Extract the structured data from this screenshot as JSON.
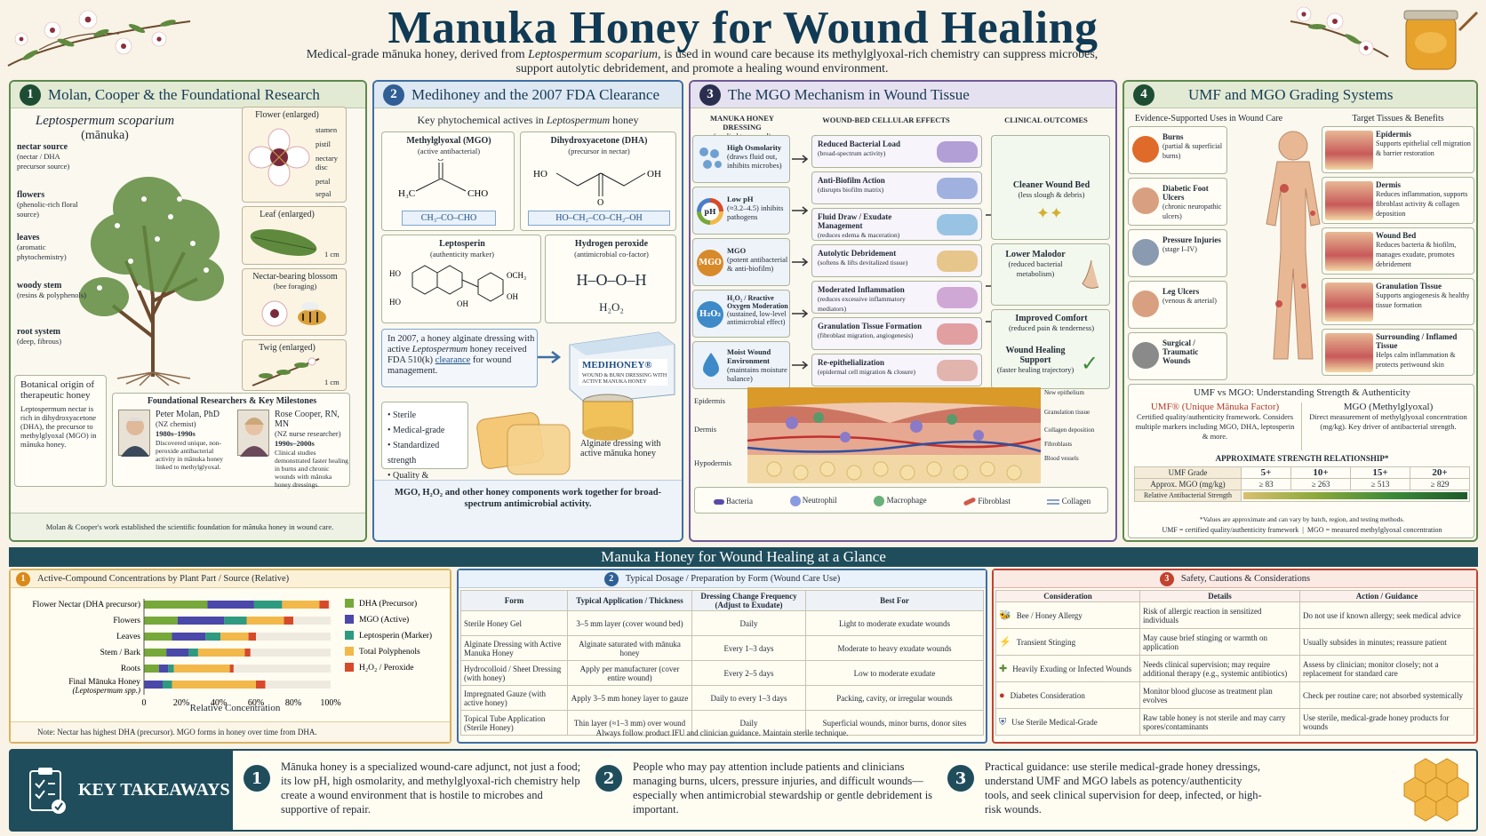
{
  "header": {
    "title": "Manuka Honey for Wound Healing",
    "subtitle_a": "Medical-grade mānuka honey, derived from ",
    "subtitle_species": "Leptospermum scoparium",
    "subtitle_b": ", is used in wound care because its methylglyoxal-rich chemistry can suppress microbes,",
    "subtitle_c": "support autolytic debridement, and promote a healing wound environment."
  },
  "p1": {
    "num": "1",
    "title": "Molan, Cooper & the Foundational Research",
    "species": "Leptospermum scoparium",
    "common": "(mānuka)",
    "labels": [
      {
        "t": "nectar source",
        "s": "(nectar / DHA precursor source)"
      },
      {
        "t": "flowers",
        "s": "(phenolic-rich floral source)"
      },
      {
        "t": "leaves",
        "s": "(aromatic phytochemistry)"
      },
      {
        "t": "woody stem",
        "s": "(resins & polyphenols)"
      },
      {
        "t": "root system",
        "s": "(deep, fibrous)"
      }
    ],
    "flower": "Flower (enlarged)",
    "flower_parts": [
      "stamen",
      "pistil",
      "nectary disc",
      "petal",
      "sepal"
    ],
    "leaf": "Leaf (enlarged)",
    "scale": "1 cm",
    "blossom": "Nectar-bearing blossom",
    "blossom_sub": "(bee foraging)",
    "twig": "Twig (enlarged)",
    "scale2": "1 cm",
    "origin_title": "Botanical origin of therapeutic honey",
    "origin_text": "Leptospermum nectar is rich in dihydroxyacetone (DHA), the precursor to methylglyoxal (MGO) in mānuka honey.",
    "res_title": "Foundational Researchers & Key Milestones",
    "researchers": [
      {
        "name": "Peter Molan, PhD",
        "role": "(NZ chemist)",
        "years": "1980s–1990s",
        "text": "Discovered unique, non-peroxide antibacterial activity in mānuka honey linked to methylglyoxal."
      },
      {
        "name": "Rose Cooper, RN, MN",
        "role": "(NZ nurse researcher)",
        "years": "1990s–2000s",
        "text": "Clinical studies demonstrated faster healing in burns and chronic wounds with mānuka honey dressings."
      }
    ],
    "footer": "Molan & Cooper's work established the scientific foundation for mānuka honey in wound care."
  },
  "p2": {
    "num": "2",
    "title": "Medihoney and the 2007 FDA Clearance",
    "sub": "Key phytochemical actives in ",
    "sub_sp": "Leptospermum",
    "sub_end": " honey",
    "mgo": "Methylglyoxal (MGO)",
    "mgo_s": "(active antibacterial)",
    "mgo_f": "CH₃–CO–CHO",
    "dha": "Dihydroxyacetone (DHA)",
    "dha_s": "(precursor in nectar)",
    "dha_f": "HO–CH₂–CO–CH₂–OH",
    "lep": "Leptosperin",
    "lep_s": "(authenticity marker)",
    "hp": "Hydrogen peroxide",
    "hp_s": "(antimicrobial co-factor)",
    "hp_struct": "H–O–O–H",
    "hp_f": "H₂O₂",
    "fda_a": "In 2007, a honey alginate dressing with active ",
    "fda_sp": "Leptospermum",
    "fda_b": " honey received FDA 510(k) ",
    "fda_link": "clearance",
    "fda_c": " for wound management.",
    "product": "MEDIHONEY®",
    "product_sub": "WOUND & BURN DRESSING WITH ACTIVE MANUKA HONEY",
    "bullets": [
      "Sterile",
      "Medical-grade",
      "Standardized strength",
      "Quality & traceability"
    ],
    "alginate": "Alginate dressing with active mānuka honey",
    "footer": "MGO, H₂O₂ and other honey components work together for broad-spectrum antimicrobial activity."
  },
  "p3": {
    "num": "3",
    "title": "The MGO Mechanism in Wound Tissue",
    "col1": "MANUKA HONEY DRESSING",
    "col1s": "(applied to wound)",
    "col2": "WOUND-BED CELLULAR EFFECTS",
    "col3": "CLINICAL OUTCOMES",
    "props": [
      {
        "t": "High Osmolarity",
        "s": "(draws fluid out, inhibits microbes)"
      },
      {
        "t": "Low pH",
        "s": "(≈3.2–4.5) inhibits pathogens"
      },
      {
        "t": "MGO",
        "s": "(potent antibacterial & anti-biofilm)"
      },
      {
        "t": "H₂O₂ / Reactive Oxygen Moderation",
        "s": "(sustained, low-level antimicrobial effect)"
      },
      {
        "t": "Moist Wound Environment",
        "s": "(maintains moisture balance)"
      }
    ],
    "effects": [
      {
        "t": "Reduced Bacterial Load",
        "s": "(broad-spectrum activity)"
      },
      {
        "t": "Anti-Biofilm Action",
        "s": "(disrupts biofilm matrix)"
      },
      {
        "t": "Fluid Draw / Exudate Management",
        "s": "(reduces edema & maceration)"
      },
      {
        "t": "Autolytic Debridement",
        "s": "(softens & lifts devitalized tissue)"
      },
      {
        "t": "Moderated Inflammation",
        "s": "(reduces excessive inflammatory mediators)"
      },
      {
        "t": "Granulation Tissue Formation",
        "s": "(fibroblast migration, angiogenesis)"
      },
      {
        "t": "Re-epithelialization",
        "s": "(epidermal cell migration & closure)"
      }
    ],
    "outcomes": [
      {
        "t": "Cleaner Wound Bed",
        "s": "(less slough & debris)"
      },
      {
        "t": "Lower Malodor",
        "s": "(reduced bacterial metabolism)"
      },
      {
        "t": "Improved Comfort",
        "s": "(reduced pain & tenderness)"
      },
      {
        "t": "Wound Healing Support",
        "s": "(faster healing trajectory)"
      }
    ],
    "ph_icon": "pH",
    "mgo_icon": "MGO",
    "h2o2_icon": "H₂O₂",
    "layers": [
      "Epidermis",
      "Dermis",
      "Hypodermis"
    ],
    "right_labels": [
      "New epithelium",
      "Granulation tissue",
      "Collagen deposition",
      "Fibroblasts",
      "Blood vessels"
    ],
    "legend": [
      "Bacteria",
      "Neutrophil",
      "Macrophage",
      "Fibroblast",
      "Collagen"
    ]
  },
  "p4": {
    "num": "4",
    "title": "UMF and MGO Grading Systems",
    "left_h": "Evidence-Supported Uses in Wound Care",
    "right_h": "Target Tissues & Benefits",
    "uses": [
      {
        "t": "Burns",
        "s": "(partial & superficial burns)"
      },
      {
        "t": "Diabetic Foot Ulcers",
        "s": "(chronic neuropathic ulcers)"
      },
      {
        "t": "Pressure Injuries",
        "s": "(stage I–IV)"
      },
      {
        "t": "Leg Ulcers",
        "s": "(venous & arterial)"
      },
      {
        "t": "Surgical / Traumatic Wounds",
        "s": ""
      }
    ],
    "tissues": [
      {
        "t": "Epidermis",
        "s": "Supports epithelial cell migration & barrier restoration"
      },
      {
        "t": "Dermis",
        "s": "Reduces inflammation, supports fibroblast activity & collagen deposition"
      },
      {
        "t": "Wound Bed",
        "s": "Reduces bacteria & biofilm, manages exudate, promotes debridement"
      },
      {
        "t": "Granulation Tissue",
        "s": "Supports angiogenesis & healthy tissue formation"
      },
      {
        "t": "Surrounding / Inflamed Tissue",
        "s": "Helps calm inflammation & protects periwound skin"
      }
    ],
    "umf_title": "UMF vs MGO: Understanding Strength & Authenticity",
    "umf_name": "UMF® (Unique Mānuka Factor)",
    "umf_text": "Certified quality/authenticity framework. Considers multiple markers including MGO, DHA, leptosperin & more.",
    "mgo_name": "MGO (Methylglyoxal)",
    "mgo_text": "Direct measurement of methylglyoxal concentration (mg/kg). Key driver of antibacterial strength.",
    "rel_title": "APPROXIMATE STRENGTH RELATIONSHIP*",
    "row1": "UMF Grade",
    "grades": [
      "5+",
      "10+",
      "15+",
      "20+"
    ],
    "row2": "Approx. MGO (mg/kg)",
    "mgo_vals": [
      "≥ 83",
      "≥ 263",
      "≥ 513",
      "≥ 829"
    ],
    "row3": "Relative Antibacterial Strength",
    "note": "*Values are approximate and can vary by batch, region, and testing methods.",
    "foot_a": "UMF = certified quality/authenticity framework",
    "foot_b": "MGO = measured methylglyoxal concentration"
  },
  "glance": "Manuka Honey for Wound Healing at a Glance",
  "b1": {
    "num": "1",
    "title": "Active-Compound Concentrations by Plant Part / Source (Relative)",
    "note": "Note: Nectar has highest DHA (precursor). MGO forms in honey over time from DHA.",
    "xlabel": "Relative Concentration"
  },
  "chart_data": {
    "type": "bar",
    "orientation": "horizontal",
    "stacked": true,
    "title": "Active-Compound Concentrations by Plant Part / Source (Relative)",
    "xlabel": "Relative Concentration",
    "xlim": [
      0,
      100
    ],
    "xticks": [
      "0",
      "20%",
      "40%",
      "60%",
      "80%",
      "100%"
    ],
    "categories": [
      "Flower Nectar (DHA precursor)",
      "Flowers",
      "Leaves",
      "Stem / Bark",
      "Roots",
      "Final Mānuka Honey"
    ],
    "cat_sub": [
      "",
      "",
      "",
      "",
      "",
      "(Leptospermum spp.)"
    ],
    "series": [
      {
        "name": "DHA (Precursor)",
        "color": "#76a83a",
        "values": [
          34,
          18,
          15,
          12,
          8,
          0
        ]
      },
      {
        "name": "MGO (Active)",
        "color": "#4a48a8",
        "values": [
          25,
          25,
          18,
          12,
          5,
          10
        ]
      },
      {
        "name": "Leptosperin (Marker)",
        "color": "#2e9a80",
        "values": [
          15,
          12,
          8,
          5,
          3,
          5
        ]
      },
      {
        "name": "Total Polyphenols",
        "color": "#f2b84a",
        "values": [
          20,
          20,
          15,
          25,
          30,
          45
        ]
      },
      {
        "name": "H₂O₂ / Peroxide",
        "color": "#d64a2a",
        "values": [
          5,
          5,
          4,
          3,
          2,
          5
        ]
      }
    ]
  },
  "b2": {
    "num": "2",
    "title": "Typical Dosage / Preparation by Form (Wound Care Use)",
    "headers": [
      "Form",
      "Typical Application / Thickness",
      "Dressing Change Frequency (Adjust to Exudate)",
      "Best For"
    ],
    "rows": [
      [
        "Sterile Honey Gel",
        "3–5 mm layer (cover wound bed)",
        "Daily",
        "Light to moderate exudate wounds"
      ],
      [
        "Alginate Dressing with Active Manuka Honey",
        "Alginate saturated with mānuka honey",
        "Every 1–3 days",
        "Moderate to heavy exudate wounds"
      ],
      [
        "Hydrocolloid / Sheet Dressing (with honey)",
        "Apply per manufacturer (cover entire wound)",
        "Every 2–5 days",
        "Low to moderate exudate"
      ],
      [
        "Impregnated Gauze (with active honey)",
        "Apply 3–5 mm honey layer to gauze",
        "Daily to every 1–3 days",
        "Packing, cavity, or irregular wounds"
      ],
      [
        "Topical Tube Application (Sterile Honey)",
        "Thin layer (≈1–3 mm) over wound",
        "Daily",
        "Superficial wounds, minor burns, donor sites"
      ]
    ],
    "footer": "Always follow product IFU and clinician guidance.   Maintain sterile technique."
  },
  "b3": {
    "num": "3",
    "title": "Safety, Cautions & Considerations",
    "headers": [
      "Consideration",
      "Details",
      "Action / Guidance"
    ],
    "rows": [
      [
        "Bee / Honey Allergy",
        "Risk of allergic reaction in sensitized individuals",
        "Do not use if known allergy; seek medical advice"
      ],
      [
        "Transient Stinging",
        "May cause brief stinging or warmth on application",
        "Usually subsides in minutes; reassure patient"
      ],
      [
        "Heavily Exuding or Infected Wounds",
        "Needs clinical supervision; may require additional therapy (e.g., systemic antibiotics)",
        "Assess by clinician; monitor closely; not a replacement for standard care"
      ],
      [
        "Diabetes Consideration",
        "Monitor blood glucose as treatment plan evolves",
        "Check per routine care; not absorbed systemically"
      ],
      [
        "Use Sterile Medical-Grade",
        "Raw table honey is not sterile and may carry spores/contaminants",
        "Use sterile, medical-grade honey products for wounds"
      ]
    ]
  },
  "takeaways": {
    "label": "KEY TAKEAWAYS",
    "items": [
      {
        "n": "1",
        "t": "Mānuka honey is a specialized wound-care adjunct, not just a food; its low pH, high osmolarity, and methylglyoxal-rich chemistry help create a wound environment that is hostile to microbes and supportive of repair."
      },
      {
        "n": "2",
        "t": "People who may pay attention include patients and clinicians managing burns, ulcers, pressure injuries, and difficult wounds—especially when antimicrobial stewardship or gentle debridement is important."
      },
      {
        "n": "3",
        "t": "Practical guidance: use sterile medical-grade honey dressings, understand UMF and MGO labels as potency/authenticity tools, and seek clinical supervision for deep, infected, or high-risk wounds."
      }
    ]
  }
}
